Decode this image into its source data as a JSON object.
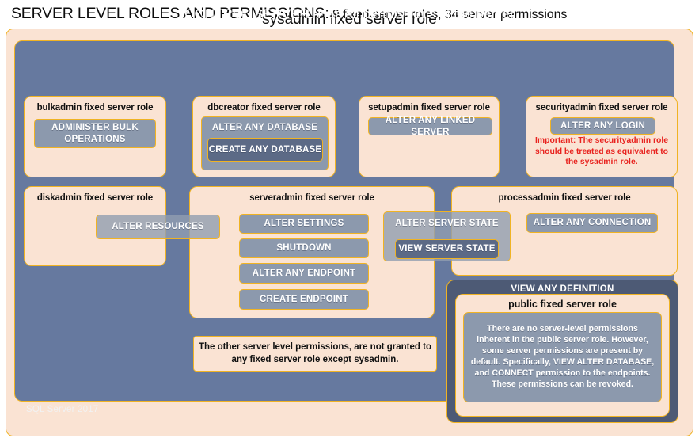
{
  "header": {
    "title": "SERVER LEVEL ROLES AND PERMISSIONS:",
    "subtitle": "9 fixed server roles, 34 server permissions"
  },
  "colors": {
    "peach_fill": "#fae3d3",
    "gold_border": "#f0b323",
    "slate_fill": "#66799f",
    "dark_slate_fill": "#4d5a75",
    "permission_fill": "#8c99ad",
    "permission_dark_fill": "#5c6a86",
    "warning_red": "#e8231f",
    "text_dark": "#111111",
    "text_light": "#ffffff"
  },
  "sysadmin": {
    "title": "sysadmin fixed server role"
  },
  "control_server": {
    "title": "CONTROL SERVER: Has all permissions in the server"
  },
  "roles": [
    {
      "id": "bulkadmin",
      "label": "bulkadmin fixed server role",
      "permissions": [
        "ADMINISTER  BULK OPERATIONS"
      ]
    },
    {
      "id": "dbcreator",
      "label": "dbcreator fixed server role",
      "permissions": [
        "ALTER ANY DATABASE",
        "CREATE  ANY DATABASE"
      ]
    },
    {
      "id": "setupadmin",
      "label": "setupadmin fixed server role",
      "permissions": [
        "ALTER ANY LINKED SERVER"
      ]
    },
    {
      "id": "securityadmin",
      "label": "securityadmin fixed server role",
      "permissions": [
        "ALTER ANY LOGIN"
      ],
      "warning": "Important:  The securityadmin role should  be treated as equivalent to the  sysadmin role."
    },
    {
      "id": "diskadmin",
      "label": "diskadmin fixed server role",
      "permissions": [
        "ALTER RESOURCES"
      ]
    },
    {
      "id": "serveradmin",
      "label": "serveradmin fixed server role",
      "permissions": [
        "ALTER SETTINGS",
        "SHUTDOWN",
        "ALTER ANY ENDPOINT",
        "CREATE  ENDPOINT",
        "ALTER SERVER STATE",
        "VIEW SERVER STATE"
      ]
    },
    {
      "id": "processadmin",
      "label": "processadmin fixed server role",
      "permissions": [
        "ALTER ANY CONNECTION"
      ]
    },
    {
      "id": "public",
      "label": "public  fixed server role",
      "permissions": [
        "VIEW ANY DEFINITION"
      ],
      "note": "There are no server-level permissions inherent in the public server role. However, some server permissions are present by default. Specifically, VIEW ALTER DATABASE, and CONNECT permission to the endpoints. These permissions can be revoked."
    }
  ],
  "permissions": {
    "administer_bulk_operations": "ADMINISTER  BULK OPERATIONS",
    "alter_any_database": "ALTER ANY DATABASE",
    "create_any_database": "CREATE  ANY DATABASE",
    "alter_any_linked_server": "ALTER ANY LINKED SERVER",
    "alter_any_login": "ALTER ANY LOGIN",
    "alter_resources": "ALTER RESOURCES",
    "alter_settings": "ALTER SETTINGS",
    "shutdown": "SHUTDOWN",
    "alter_any_endpoint": "ALTER ANY ENDPOINT",
    "create_endpoint": "CREATE  ENDPOINT",
    "alter_server_state": "ALTER SERVER STATE",
    "view_server_state": "VIEW SERVER STATE",
    "alter_any_connection": "ALTER ANY CONNECTION",
    "view_any_definition": "VIEW ANY DEFINITION"
  },
  "notes": {
    "other_permissions": "The other server level permissions,  are not granted to any fixed server role except sysadmin."
  },
  "footer": {
    "product": "SQL Server 2017"
  }
}
